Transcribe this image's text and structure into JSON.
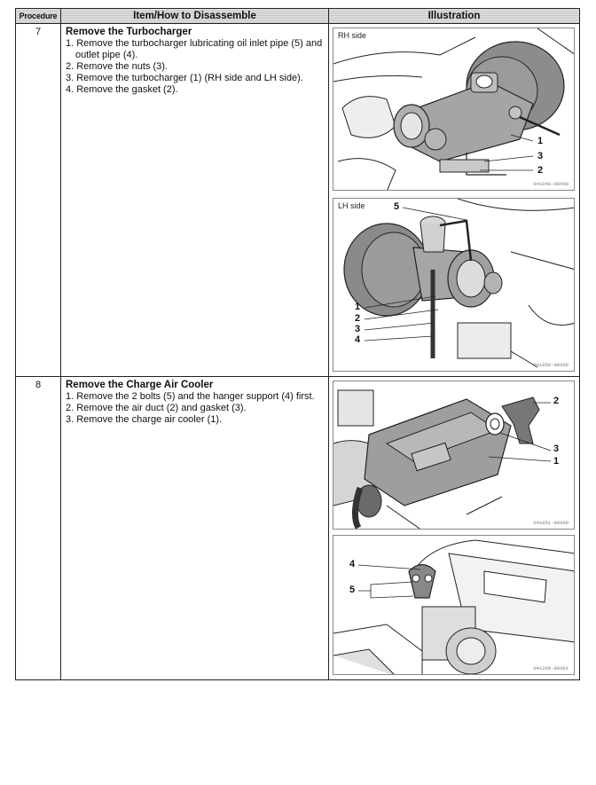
{
  "table": {
    "headers": {
      "procedure": "Procedure",
      "item": "Item/How to Disassemble",
      "illustration": "Illustration"
    },
    "rows": [
      {
        "procedure": "7",
        "title": "Remove the Turbocharger",
        "steps": [
          "1. Remove the turbocharger lubricating oil inlet pipe (5) and outlet pipe (4).",
          "2. Remove the nuts (3).",
          "3. Remove the turbocharger (1) (RH side and LH side).",
          "4. Remove the gasket (2)."
        ],
        "illustrations": [
          {
            "label": "RH side",
            "code": "041049-00X00",
            "callouts": [
              "1",
              "3",
              "2"
            ]
          },
          {
            "label": "LH side",
            "code": "041050-00X00",
            "callouts": [
              "5",
              "1",
              "2",
              "3",
              "4"
            ]
          }
        ]
      },
      {
        "procedure": "8",
        "title": "Remove the Charge Air Cooler",
        "steps": [
          "1. Remove the 2 bolts (5) and the hanger support (4) first.",
          "2. Remove the air duct (2) and gasket (3).",
          "3. Remove the charge air cooler (1)."
        ],
        "illustrations": [
          {
            "label": "",
            "code": "041051-00X00",
            "callouts": [
              "2",
              "3",
              "1"
            ]
          },
          {
            "label": "",
            "code": "041269-00X01",
            "callouts": [
              "4",
              "5"
            ]
          }
        ]
      }
    ]
  }
}
